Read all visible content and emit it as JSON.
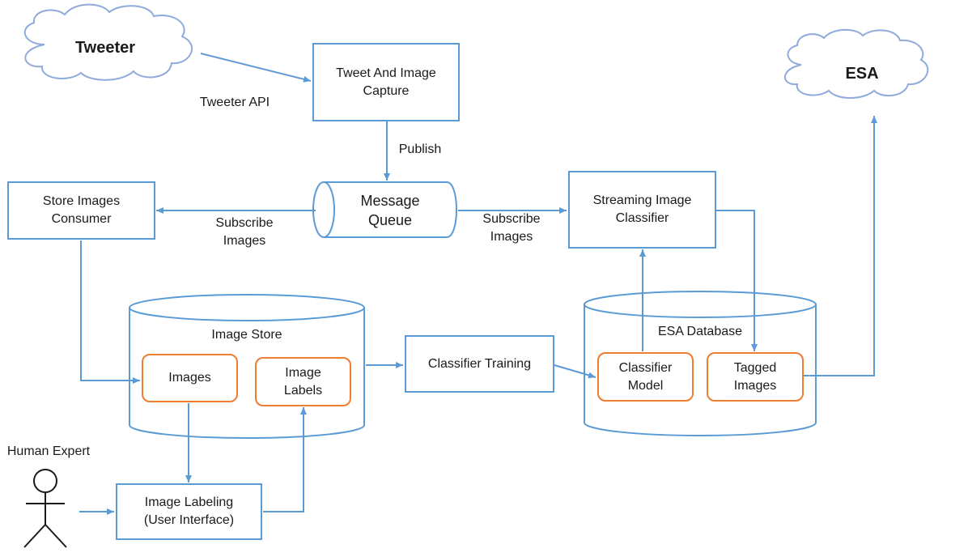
{
  "clouds": {
    "tweeter": "Tweeter",
    "esa": "ESA"
  },
  "nodes": {
    "capture": "Tweet And Image\nCapture",
    "queue": "Message\nQueue",
    "store_consumer": "Store Images\nConsumer",
    "streaming": "Streaming Image\nClassifier",
    "image_store": "Image Store",
    "images": "Images",
    "image_labels": "Image\nLabels",
    "training": "Classifier Training",
    "esa_db": "ESA Database",
    "classifier_model": "Classifier\nModel",
    "tagged_images": "Tagged\nImages",
    "labeling": "Image Labeling\n(User Interface)",
    "human_expert": "Human Expert"
  },
  "edge_labels": {
    "tweeter_api": "Tweeter API",
    "publish": "Publish",
    "subscribe_left": "Subscribe\nImages",
    "subscribe_right": "Subscribe\nImages"
  },
  "colors": {
    "box_border": "#5b9bd5",
    "inner_border": "#ed7d31",
    "arrow": "#5b9bd5",
    "cloud_border": "#8faadc"
  }
}
